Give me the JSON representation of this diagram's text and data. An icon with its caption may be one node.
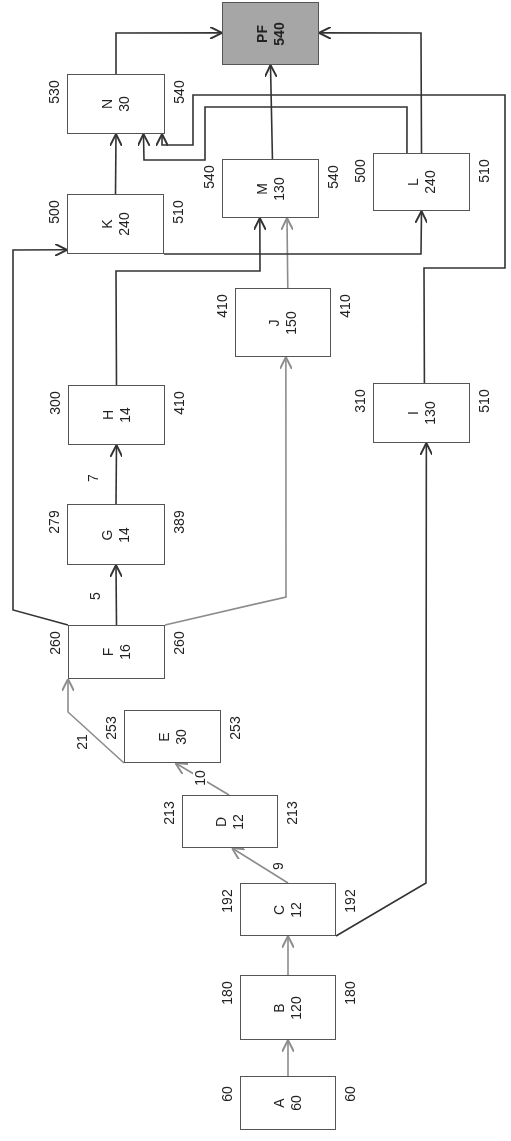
{
  "diagram": {
    "nodes": [
      {
        "text": [
          "A",
          "60"
        ],
        "beside": [
          "60",
          "60"
        ]
      },
      {
        "text": [
          "B",
          "120"
        ],
        "beside": [
          "180",
          "180"
        ]
      },
      {
        "text": [
          "C",
          "12"
        ],
        "beside": [
          "192",
          "192"
        ]
      },
      {
        "text": [
          "D",
          "12"
        ],
        "beside": [
          "213",
          "213"
        ]
      },
      {
        "text": [
          "E",
          "30"
        ],
        "beside": [
          "253",
          "253"
        ]
      },
      {
        "text": [
          "F",
          "16"
        ],
        "beside": [
          "260",
          "260"
        ]
      },
      {
        "text": [
          "G",
          "14"
        ],
        "beside": [
          "279",
          "389"
        ]
      },
      {
        "text": [
          "H",
          "14"
        ],
        "beside": [
          "300",
          "410"
        ]
      },
      {
        "text": [
          "I",
          "130"
        ],
        "beside": [
          "310",
          "510"
        ]
      },
      {
        "text": [
          "J",
          "150"
        ],
        "beside": [
          "410",
          "410"
        ]
      },
      {
        "text": [
          "K",
          "240"
        ],
        "beside": [
          "500",
          "510"
        ]
      },
      {
        "text": [
          "L",
          "240"
        ],
        "beside": [
          "500",
          "510"
        ]
      },
      {
        "text": [
          "M",
          "130"
        ],
        "beside": [
          "540",
          "540"
        ]
      },
      {
        "text": [
          "N",
          "30"
        ],
        "beside": [
          "530",
          "540"
        ]
      },
      {
        "text": [
          "PF",
          "540"
        ]
      }
    ],
    "edges": [
      {
        "from": 0,
        "to": 1,
        "arrow": "to",
        "color": "#8c8c8c"
      },
      {
        "from": 1,
        "to": 2,
        "arrow": "to",
        "color": "#8c8c8c"
      },
      {
        "from": 2,
        "to": 3,
        "arrow": "to",
        "label": "9",
        "color": "#8c8c8c"
      },
      {
        "from": 3,
        "to": 4,
        "arrow": "to",
        "label": "10",
        "color": "#8c8c8c"
      },
      {
        "from": 4,
        "to": 5,
        "arrow": "to",
        "label": "21",
        "color": "#8c8c8c"
      },
      {
        "from": 2,
        "to": 8,
        "arrow": "to"
      },
      {
        "from": 5,
        "to": 6,
        "arrow": "to",
        "label": "5"
      },
      {
        "from": 6,
        "to": 7,
        "arrow": "to",
        "label": "7"
      },
      {
        "from": 5,
        "to": 10,
        "arrow": "to"
      },
      {
        "from": 5,
        "to": 9,
        "arrow": "to",
        "color": "#8c8c8c"
      },
      {
        "from": 7,
        "to": 12,
        "arrow": "to"
      },
      {
        "from": 9,
        "to": 12,
        "arrow": "to",
        "color": "#8c8c8c"
      },
      {
        "from": 10,
        "to": 11,
        "arrow": "to"
      },
      {
        "from": 10,
        "to": 13,
        "arrow": "to"
      },
      {
        "from": 12,
        "to": 14,
        "arrow": "to"
      },
      {
        "from": 13,
        "to": 14,
        "arrow": "to"
      },
      {
        "from": 11,
        "to": 14,
        "arrow": "to"
      },
      {
        "from": 11,
        "to": 13,
        "arrow": "to"
      },
      {
        "from": 8,
        "to": 13,
        "arrow": "to"
      }
    ]
  }
}
